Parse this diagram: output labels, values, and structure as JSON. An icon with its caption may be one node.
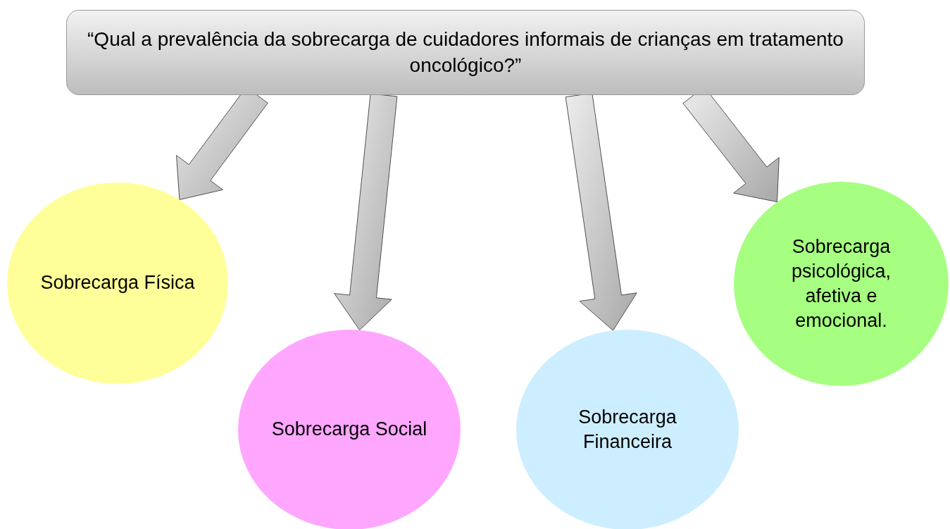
{
  "diagram": {
    "nodes": [
      {
        "text": [
          "“Qual a prevalência da sobrecarga de cuidadores informais de crianças em tratamento oncológico?”"
        ]
      },
      {
        "text": [
          "Sobrecarga Física"
        ]
      },
      {
        "text": [
          "Sobrecarga Social"
        ]
      },
      {
        "text": [
          "Sobrecarga Financeira"
        ]
      },
      {
        "text": [
          "Sobrecarga psicológica, afetiva e emocional."
        ]
      }
    ],
    "edges": [
      {
        "from": 0,
        "to": 1,
        "arrow": "to"
      },
      {
        "from": 0,
        "to": 2,
        "arrow": "to"
      },
      {
        "from": 0,
        "to": 3,
        "arrow": "to"
      },
      {
        "from": 0,
        "to": 4,
        "arrow": "to"
      }
    ]
  }
}
